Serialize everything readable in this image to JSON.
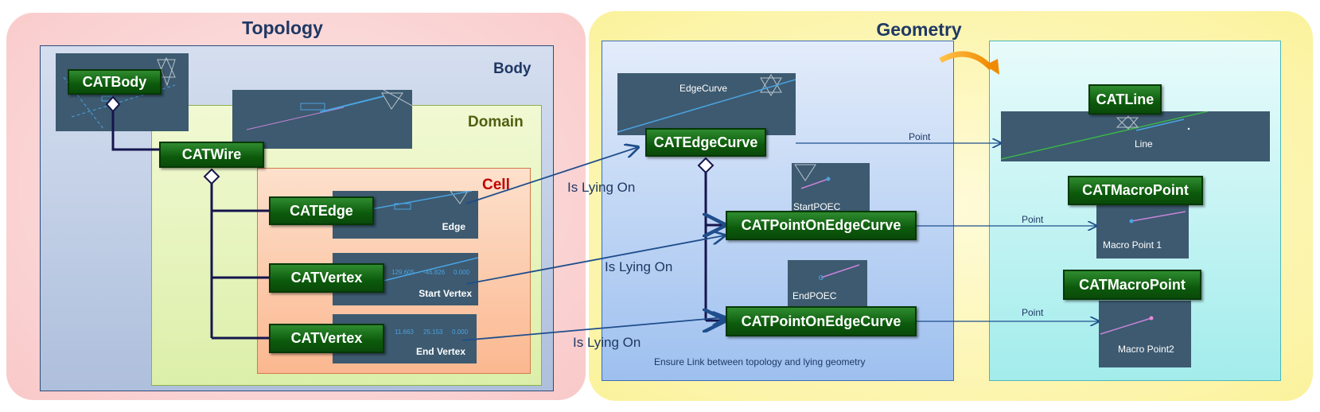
{
  "panels": {
    "topology_title": "Topology",
    "geometry_title": "Geometry"
  },
  "regions": {
    "body": "Body",
    "domain": "Domain",
    "cell": "Cell"
  },
  "nodes": {
    "catbody": "CATBody",
    "catwire": "CATWire",
    "catedge": "CATEdge",
    "catvertex_start": "CATVertex",
    "catvertex_end": "CATVertex",
    "catedgecurve": "CATEdgeCurve",
    "catpointonedgecurve_start": "CATPointOnEdgeCurve",
    "catpointonedgecurve_end": "CATPointOnEdgeCurve",
    "catline": "CATLine",
    "catmacropoint_1": "CATMacroPoint",
    "catmacropoint_2": "CATMacroPoint"
  },
  "thumbnails": {
    "edge": "Edge",
    "start_vertex": "Start Vertex",
    "start_vertex_values": [
      "129.605",
      "-46.826",
      "0.000"
    ],
    "end_vertex": "End Vertex",
    "end_vertex_values": [
      "11.663",
      "25.153",
      "0.000"
    ],
    "edgecurve": "EdgeCurve",
    "startpoec": "StartPOEC",
    "endpoec": "EndPOEC",
    "line": "Line",
    "macro_point_1": "Macro Point 1",
    "macro_point_2": "Macro Point2"
  },
  "links": {
    "is_lying_on_1": "Is Lying On",
    "is_lying_on_2": "Is Lying On",
    "is_lying_on_3": "Is Lying On",
    "point_1": "Point",
    "point_2": "Point",
    "point_3": "Point"
  },
  "note": "Ensure Link between topology and lying geometry",
  "colors": {
    "node_green": "#0c5a0c",
    "arrow_blue": "#1f4e8c",
    "hierarchy_navy": "#15154d",
    "topology_bg": "#f9c9c9",
    "geometry_bg": "#fbf29c"
  }
}
